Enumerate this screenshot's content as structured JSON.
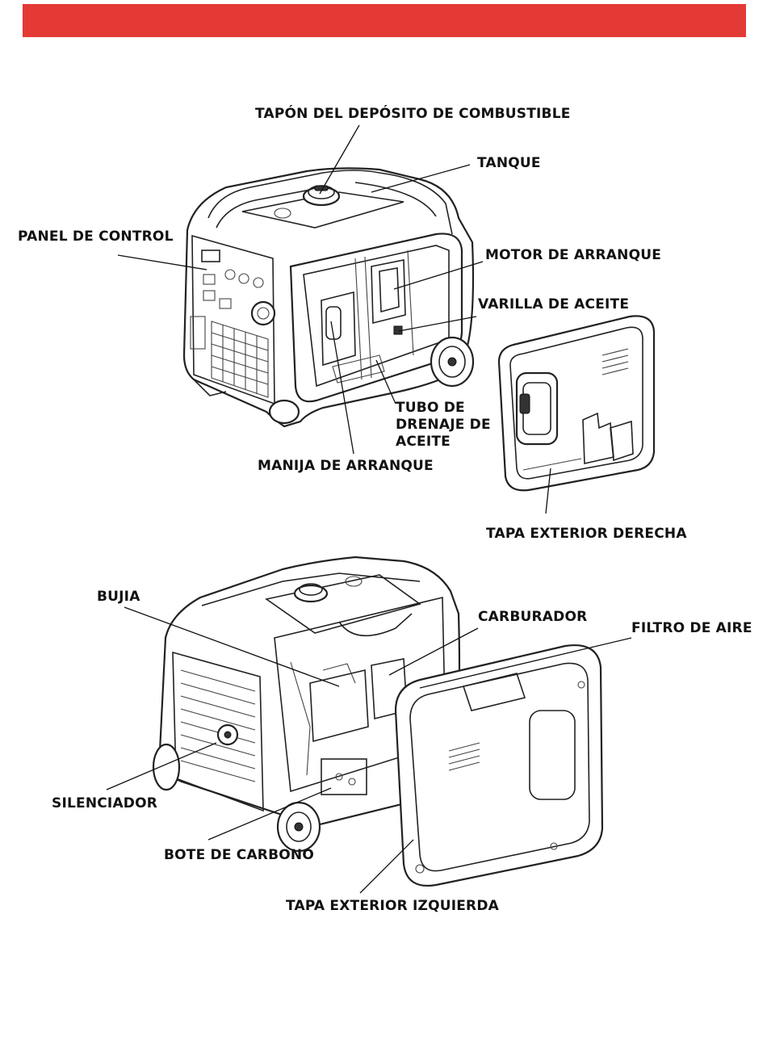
{
  "header": {
    "bar_color": "#e43a35"
  },
  "diagram1": {
    "labels": {
      "fuel_cap": "TAPÓN DEL DEPÓSITO DE COMBUSTIBLE",
      "tank": "TANQUE",
      "control_panel": "PANEL DE CONTROL",
      "starter_motor": "MOTOR DE ARRANQUE",
      "dipstick": "VARILLA DE ACEITE",
      "oil_drain_tube": "TUBO DE DRENAJE DE ACEITE",
      "start_handle": "MANIJA DE ARRANQUE",
      "right_cover": "TAPA EXTERIOR DERECHA"
    }
  },
  "diagram2": {
    "labels": {
      "spark_plug": "BUJIA",
      "carburetor": "CARBURADOR",
      "air_filter": "FILTRO DE AIRE",
      "muffler": "SILENCIADOR",
      "carbon_canister": "BOTE DE CARBONO",
      "left_cover": "TAPA EXTERIOR IZQUIERDA"
    }
  }
}
